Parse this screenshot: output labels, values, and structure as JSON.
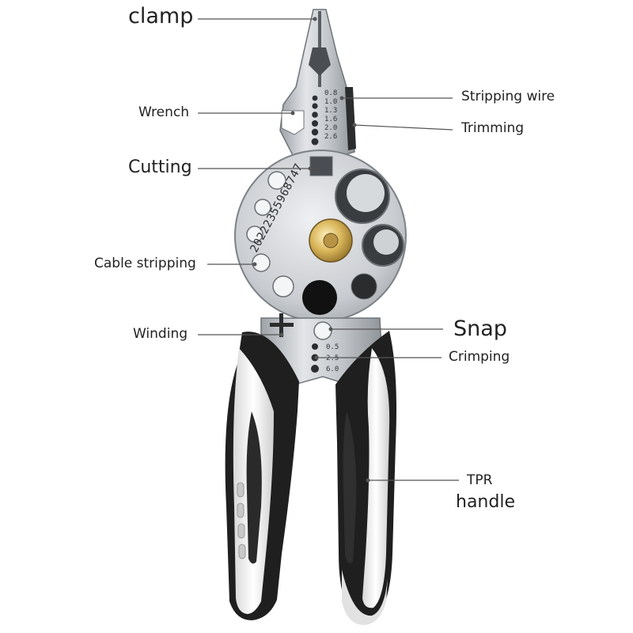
{
  "labels": {
    "clamp": "clamp",
    "wrench": "Wrench",
    "cutting": "Cutting",
    "cable_stripping": "Cable stripping",
    "winding": "Winding",
    "stripping_wire": "Stripping wire",
    "trimming": "Trimming",
    "snap": "Snap",
    "crimping": "Crimping",
    "tpr": "TPR",
    "handle": "handle"
  },
  "engraving": {
    "serial": "20222355968747",
    "strip_gauges": [
      "0.8",
      "1.0",
      "1.3",
      "1.6",
      "2.0",
      "2.6"
    ],
    "crimp_gauges": [
      "0.5",
      "2.5",
      "6.0"
    ]
  },
  "colors": {
    "steel": "#c9ccd0",
    "steel_dark": "#8e9398",
    "handle_black": "#1f1f1f",
    "handle_white": "#ececec",
    "brass": "#c8a24a",
    "leader_line": "#555555"
  }
}
